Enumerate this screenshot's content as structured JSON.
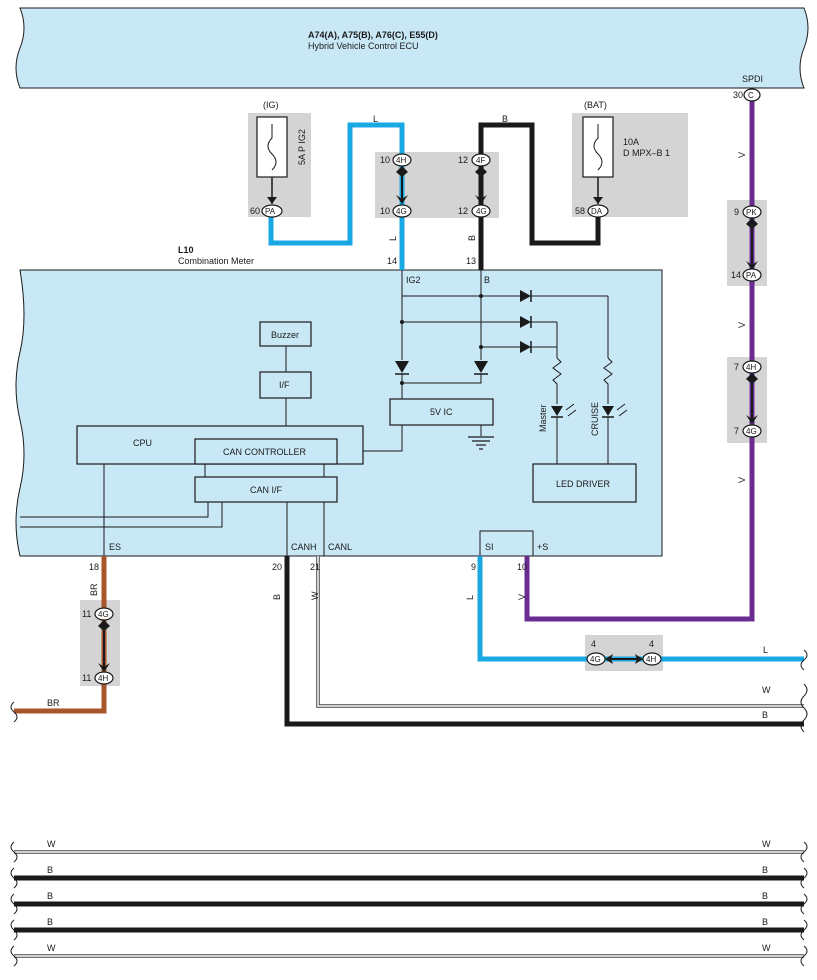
{
  "ecu": {
    "title": "A74(A), A75(B), A76(C), E55(D)",
    "subtitle": "Hybrid Vehicle Control ECU",
    "pin_label": "SPDI",
    "pin_number": "30",
    "pin_connector": "C"
  },
  "fuse_ig": {
    "label": "(IG)",
    "name": "5A P IG2",
    "pin_number": "60",
    "connector": "PA"
  },
  "fuse_bat": {
    "label": "(BAT)",
    "rating": "10A",
    "name": "D MPX–B 1",
    "pin_number": "58",
    "connector": "DA"
  },
  "junction_top": {
    "left_upper_pin": "10",
    "left_upper_conn": "4H",
    "left_lower_pin": "10",
    "left_lower_conn": "4G",
    "right_upper_pin": "12",
    "right_upper_conn": "4F",
    "right_lower_pin": "12",
    "right_lower_conn": "4G"
  },
  "junction_pk": {
    "upper_pin": "9",
    "upper_conn": "PK",
    "lower_pin": "14",
    "lower_conn": "PA"
  },
  "junction_4h": {
    "upper_pin": "7",
    "upper_conn": "4H",
    "lower_pin": "7",
    "lower_conn": "4G"
  },
  "junction_br": {
    "upper_pin": "11",
    "upper_conn": "4G",
    "lower_pin": "11",
    "lower_conn": "4H"
  },
  "junction_l": {
    "left_pin": "4",
    "left_conn": "4G",
    "right_pin": "4",
    "right_conn": "4H"
  },
  "meter": {
    "code": "L10",
    "name": "Combination Meter",
    "pin_ig2_num": "14",
    "pin_ig2_label": "IG2",
    "pin_b_num": "13",
    "pin_b_label": "B",
    "buzzer": "Buzzer",
    "if": "I/F",
    "cpu": "CPU",
    "can_controller": "CAN CONTROLLER",
    "can_if": "CAN I/F",
    "ic5v": "5V IC",
    "led_driver": "LED DRIVER",
    "master": "Master",
    "cruise": "CRUISE",
    "es_label": "ES",
    "es_num": "18",
    "canh_label": "CANH",
    "canh_num": "20",
    "canl_label": "CANL",
    "canl_num": "21",
    "si_label": "SI",
    "si_num": "9",
    "s_label": "+S",
    "s_num": "10"
  },
  "wires": {
    "L": "L",
    "B": "B",
    "V": "V",
    "BR": "BR",
    "W": "W"
  },
  "colors": {
    "panel": "#c9e8f6",
    "junction": "#d4d4d4",
    "wire_L": "#19a8e4",
    "wire_B": "#1a1a1a",
    "wire_V": "#6a2c91",
    "wire_BR": "#a8552a"
  }
}
